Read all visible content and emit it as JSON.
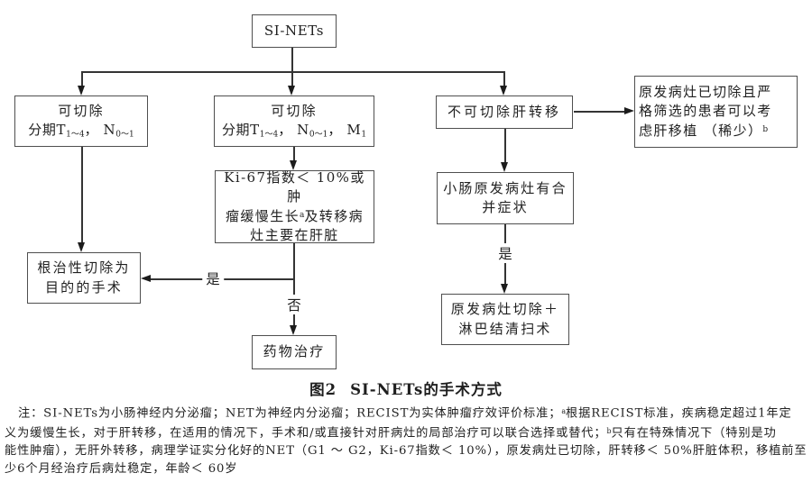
{
  "figure": {
    "caption": {
      "fig_no": "图2",
      "title": "SI-NETs的手术方式"
    },
    "nodes": {
      "root": {
        "label": "SI-NETs"
      },
      "resectable": {
        "line1": "可切除",
        "stage_prefix": "分期T",
        "t_sub": "1～4",
        "n_prefix": "， N",
        "n_sub": "0～1"
      },
      "resectable_m1": {
        "line1": "可切除",
        "stage_prefix": "分期T",
        "t_sub": "1～4",
        "n_prefix": "， N",
        "n_sub": "0～1",
        "m_prefix": "， M",
        "m_sub": "1"
      },
      "unresectable_liver_mets": {
        "label": "不可切除肝转移"
      },
      "liver_transplant": {
        "line1": "原发病灶已切除且严",
        "line2": "格筛选的患者可以考",
        "line3": "虑肝移植 （稀少）",
        "sup": "b"
      },
      "ki67": {
        "line1": "Ki-67指数＜ 10%或肿",
        "line2a": "瘤缓慢生长",
        "line2_sup": "a",
        "line2b": "及转移病",
        "line3": "灶主要在肝脏"
      },
      "primary_symptoms": {
        "line1": "小肠原发病灶有合",
        "line2": "并症状"
      },
      "radical_surgery": {
        "line1": "根治性切除为",
        "line2": "目的的手术"
      },
      "drug_therapy": {
        "label": "药物治疗"
      },
      "resection_lymphadenectomy": {
        "line1": "原发病灶切除＋",
        "line2": "淋巴结清扫术"
      }
    },
    "edge_labels": {
      "yes_left": "是",
      "no": "否",
      "yes_right": "是"
    }
  },
  "footnote": {
    "l1a": "注：SI-NETs为小肠神经内分泌瘤；NET为神经内分泌瘤；RECIST为实体肿瘤疗效评价标准；",
    "l1_sup": "a",
    "l1b": "根据RECIST标准，疾病稳定超过1年定",
    "l2a": "义为缓慢生长，对于肝转移，在适用的情况下，手术和/或直接针对肝病灶的局部治疗可以联合选择或替代；",
    "l2_sup": "b",
    "l2b": "只有在特殊情况下（特别是功",
    "l3": "能性肿瘤），无肝外转移，病理学证实分化好的NET（G1 ～ G2，Ki-67指数＜ 10%），原发病灶已切除，肝转移＜ 50%肝脏体积，移植前至",
    "l4": "少6个月经治疗后病灶稳定，年龄＜ 60岁"
  },
  "colors": {
    "ink": "#1f1f1f",
    "box_border": "#4f4f4f",
    "line": "#343434",
    "background": "#ffffff"
  }
}
